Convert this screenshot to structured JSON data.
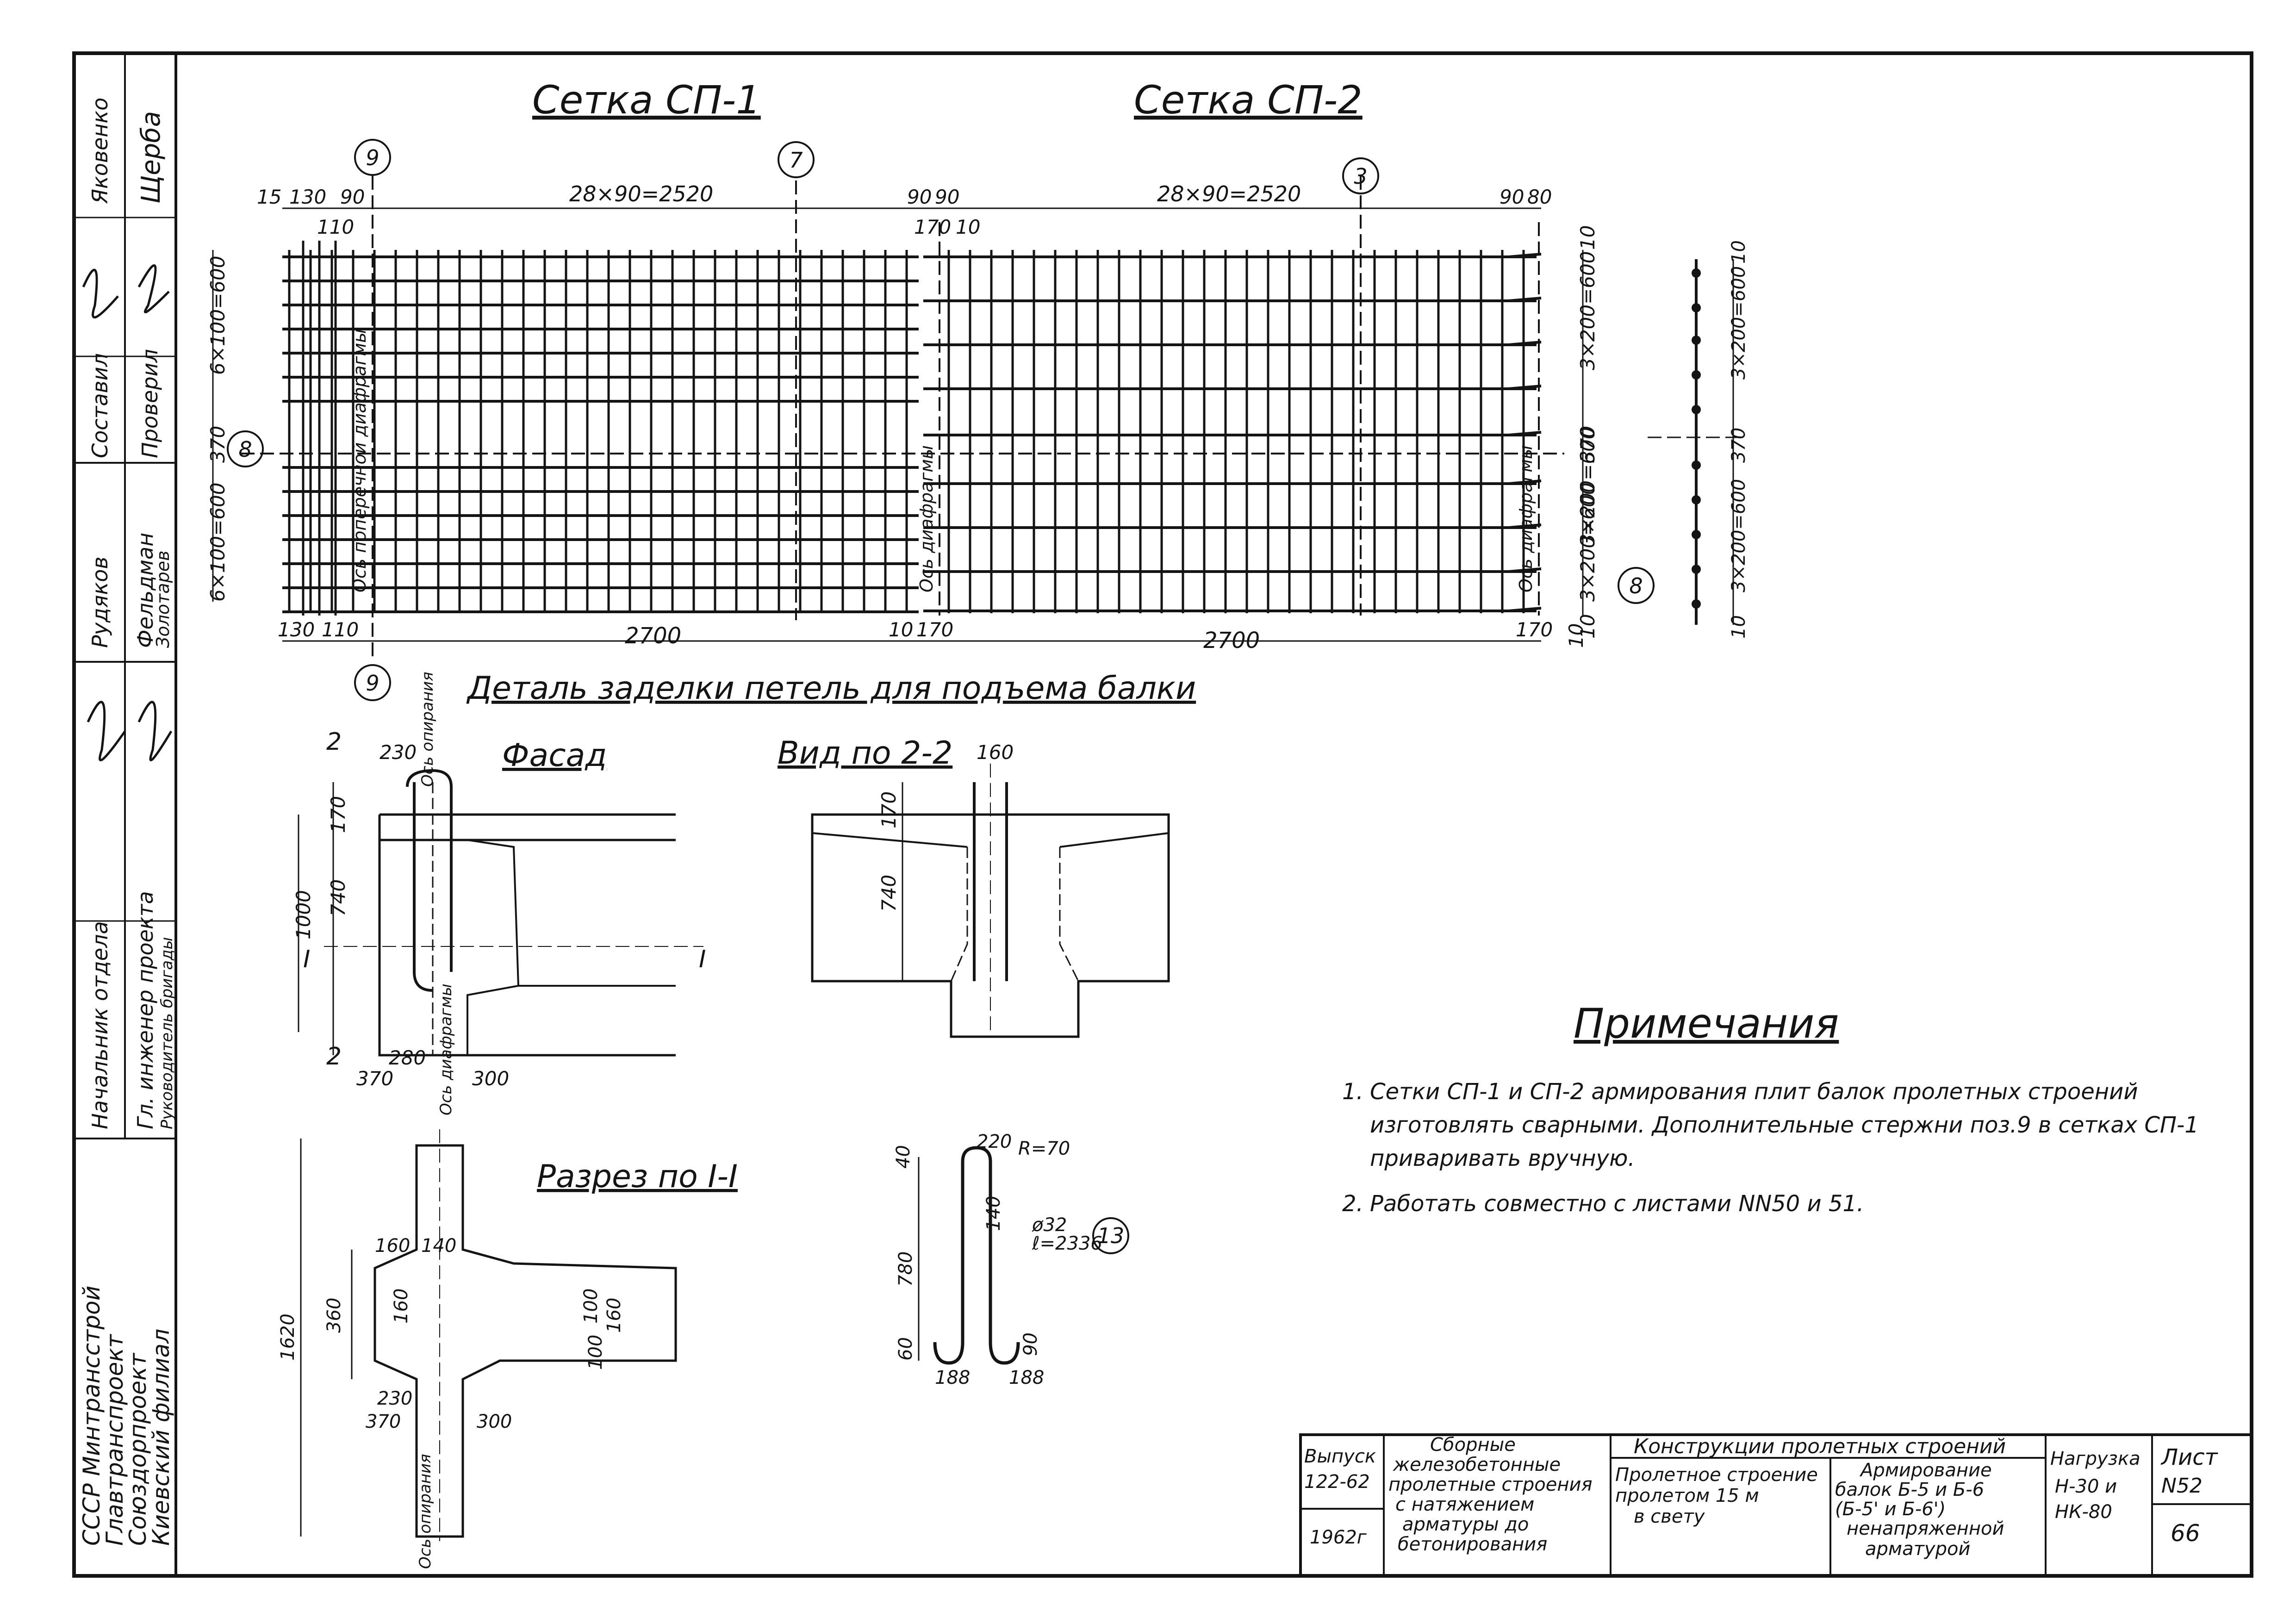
{
  "side_stamp": {
    "roles": [
      "Начальник отдела",
      "Гл. инженер проекта",
      "Руководитель бригады"
    ],
    "names": [
      "Рудяков",
      "Фельдман",
      "Золотарев"
    ],
    "roles2": [
      "Составил",
      "Проверил"
    ],
    "names2": [
      "Яковенко",
      "Щерба"
    ],
    "org": [
      "СССР Минтрансстрой",
      "Главтранспроект",
      "Союздорпроект",
      "Киевский филиал"
    ]
  },
  "titles": {
    "mesh1": "Сетка СП-1",
    "mesh2": "Сетка СП-2",
    "detail": "Деталь заделки петель для подъема балки",
    "facade": "Фасад",
    "view22": "Вид по 2-2",
    "section11": "Разрез по I-I"
  },
  "mesh_dims": {
    "m1_top": [
      "15",
      "130",
      "90",
      "110"
    ],
    "m1_span": "28×90=2520",
    "mid_top": [
      "90",
      "90",
      "170",
      "10"
    ],
    "m2_span": "28×90=2520",
    "m2_top_right": [
      "90",
      "80"
    ],
    "m1_left": [
      "6×100=600",
      "370",
      "6×100=600"
    ],
    "m2_right": [
      "10",
      "3×200=600",
      "370",
      "3×200=600",
      "3×200=600",
      "10"
    ],
    "bottom": [
      "130",
      "110",
      "2700",
      "10",
      "170",
      "2700",
      "170",
      "10"
    ],
    "axis_labels": [
      "Ось поперечной диафрагмы",
      "Ось диафрагмы",
      "Ось диафрагмы"
    ],
    "markers": [
      "9",
      "7",
      "3",
      "8",
      "9",
      "8"
    ]
  },
  "section_side": [
    "10",
    "3×200=600",
    "370",
    "3×200=600",
    "10"
  ],
  "facade_dims": [
    "2",
    "230",
    "Ось опирания",
    "170",
    "740",
    "1000",
    "I",
    "I",
    "2",
    "280",
    "370",
    "300",
    "Ось диафрагмы"
  ],
  "view22_dims": [
    "160",
    "170",
    "740"
  ],
  "section_dims": [
    "160",
    "140",
    "360",
    "160",
    "100",
    "160",
    "100",
    "1620",
    "230",
    "370",
    "300",
    "Ось опирания"
  ],
  "bar_dims": [
    "40",
    "220",
    "R=70",
    "140",
    "ø32",
    "ℓ=2336",
    "13",
    "780",
    "60",
    "188",
    "188",
    "90"
  ],
  "notes": {
    "heading": "Примечания",
    "items": [
      {
        "num": "1.",
        "text": "Сетки СП-1 и СП-2 армирования плит балок пролетных строений изготовлять сварными. Дополнительные стержни поз.9 в сетках СП-1 приваривать вручную."
      },
      {
        "num": "2.",
        "text": "Работать совместно с листами NN50 и 51."
      }
    ]
  },
  "title_block": {
    "issue_label": "Выпуск",
    "issue": "122-62",
    "year": "1962г",
    "series": [
      "Сборные",
      "железобетонные",
      "пролетные строения",
      "с натяжением",
      "арматуры до",
      "бетонирования"
    ],
    "section": "Конструкции пролетных строений",
    "span": [
      "Пролетное строение",
      "пролетом 15 м",
      "в свету"
    ],
    "subject": [
      "Армирование",
      "балок Б-5 и Б-6",
      "(Б-5' и Б-6')",
      "ненапряженной",
      "арматурой"
    ],
    "load_label": "Нагрузка",
    "load": [
      "Н-30 и",
      "НК-80"
    ],
    "sheet_label": "Лист",
    "sheet": "N52",
    "page": "66"
  }
}
